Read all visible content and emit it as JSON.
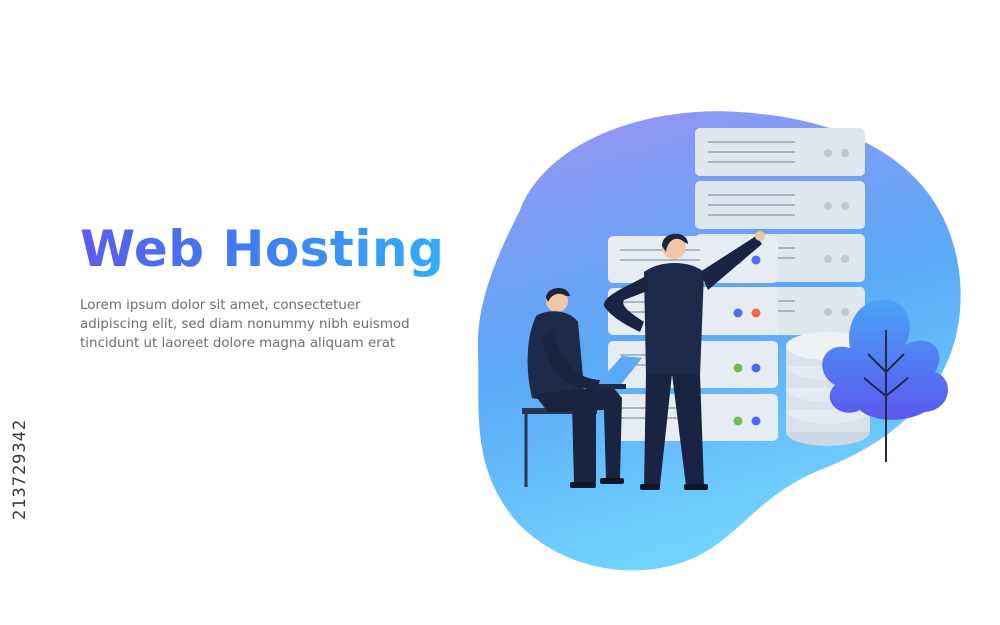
{
  "hero": {
    "title": "Web Hosting",
    "description": "Lorem ipsum dolor sit amet, consectetuer adipiscing elit, sed diam nonummy nibh euismod tincidunt ut laoreet dolore magna aliquam erat"
  },
  "stock_id": "213729342",
  "illustration": {
    "blob_gradient": [
      "#8f8ff5",
      "#5ab3f7",
      "#6fd1ff"
    ],
    "server_panel_color": "#dfe7ee",
    "led_colors": [
      "#4a6cf7",
      "#f06a3b",
      "#6cc04a"
    ],
    "suit_color": "#1e2a4a",
    "leaf_color": "#4f6af3"
  }
}
